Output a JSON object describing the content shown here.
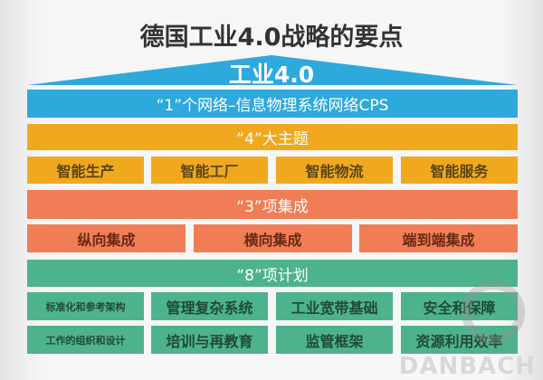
{
  "title": "德国工业4.0战略的要点",
  "roof": "工业4.0",
  "layer1": {
    "label": "“1”个网络–信息物理系统网络CPS"
  },
  "layer4": {
    "label": "“4”大主题",
    "items": [
      "智能生产",
      "智能工厂",
      "智能物流",
      "智能服务"
    ]
  },
  "layer3": {
    "label": "“3”项集成",
    "items": [
      "纵向集成",
      "横向集成",
      "端到端集成"
    ]
  },
  "layer8": {
    "label": "“8”项计划",
    "items": [
      "标准化和参考架构",
      "管理复杂系统",
      "工业宽带基础",
      "安全和保障",
      "工作的组织和设计",
      "培训与再教育",
      "监管框架",
      "资源利用效率"
    ]
  },
  "watermark": "DANBACH",
  "colors": {
    "blue": "#2ea9dc",
    "orange": "#f0a91f",
    "red": "#f07d55",
    "green": "#4db38c"
  }
}
